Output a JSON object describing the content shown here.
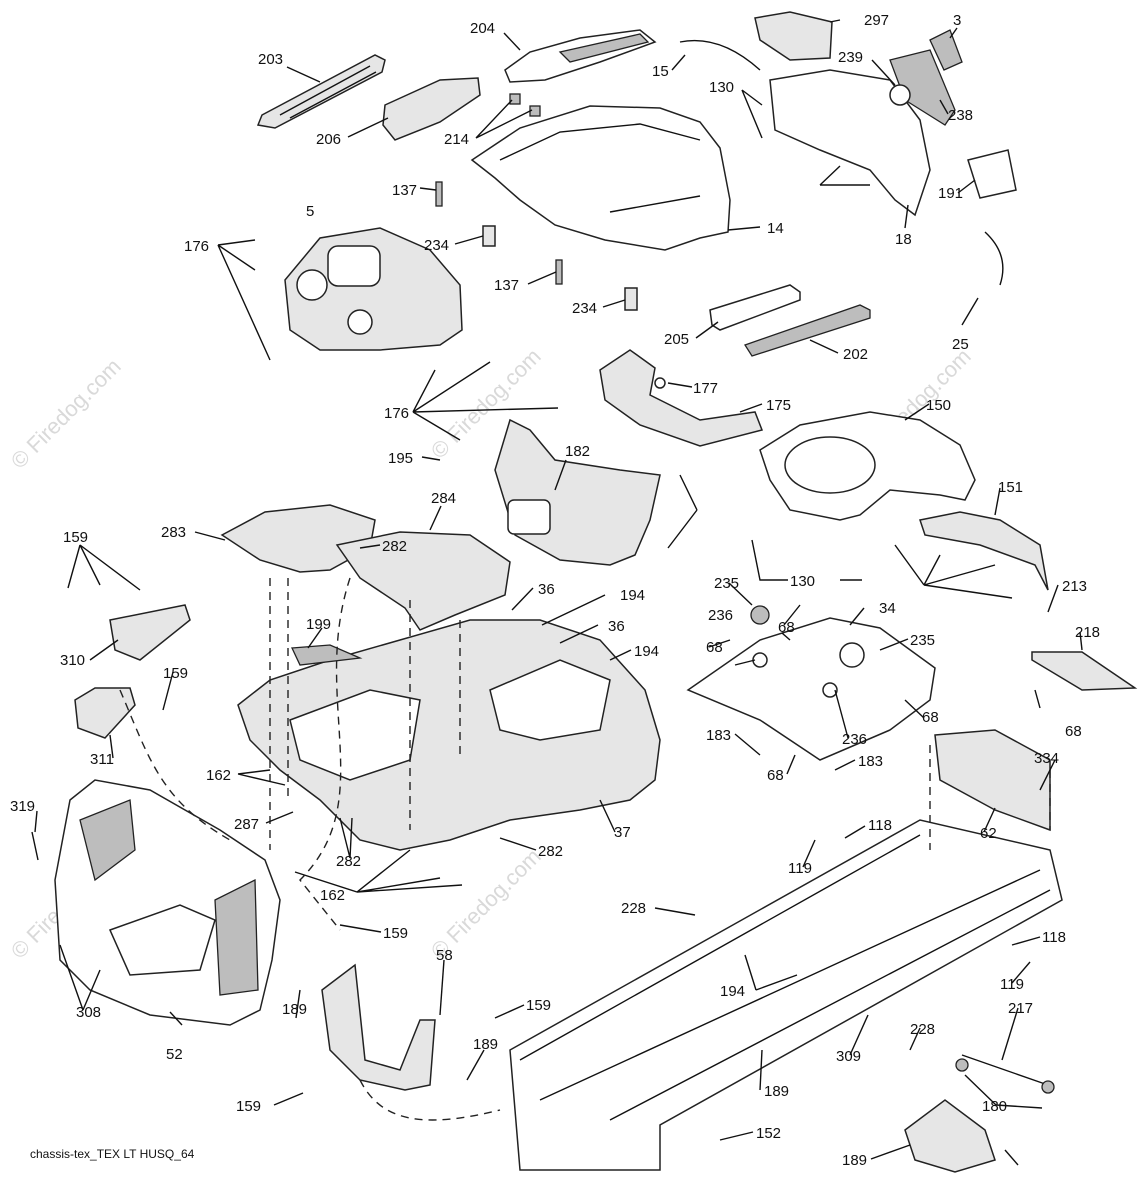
{
  "diagram": {
    "footer_code": "chassis-tex_TEX LT HUSQ_64",
    "watermark": "© Firedog.com",
    "callouts": [
      "203",
      "204",
      "297",
      "3",
      "15",
      "239",
      "206",
      "214",
      "130",
      "238",
      "137",
      "191",
      "5",
      "234",
      "14",
      "176",
      "18",
      "137",
      "234",
      "205",
      "25",
      "202",
      "177",
      "175",
      "150",
      "195",
      "182",
      "176",
      "284",
      "283",
      "282",
      "151",
      "159",
      "130",
      "36",
      "194",
      "235",
      "213",
      "36",
      "199",
      "194",
      "236",
      "68",
      "34",
      "218",
      "310",
      "68",
      "235",
      "159",
      "311",
      "236",
      "68",
      "183",
      "68",
      "183",
      "68",
      "162",
      "334",
      "319",
      "287",
      "118",
      "62",
      "37",
      "282",
      "282",
      "119",
      "162",
      "159",
      "228",
      "118",
      "119",
      "194",
      "308",
      "58",
      "159",
      "189",
      "217",
      "189",
      "228",
      "309",
      "52",
      "180",
      "189",
      "159",
      "152",
      "189"
    ]
  }
}
